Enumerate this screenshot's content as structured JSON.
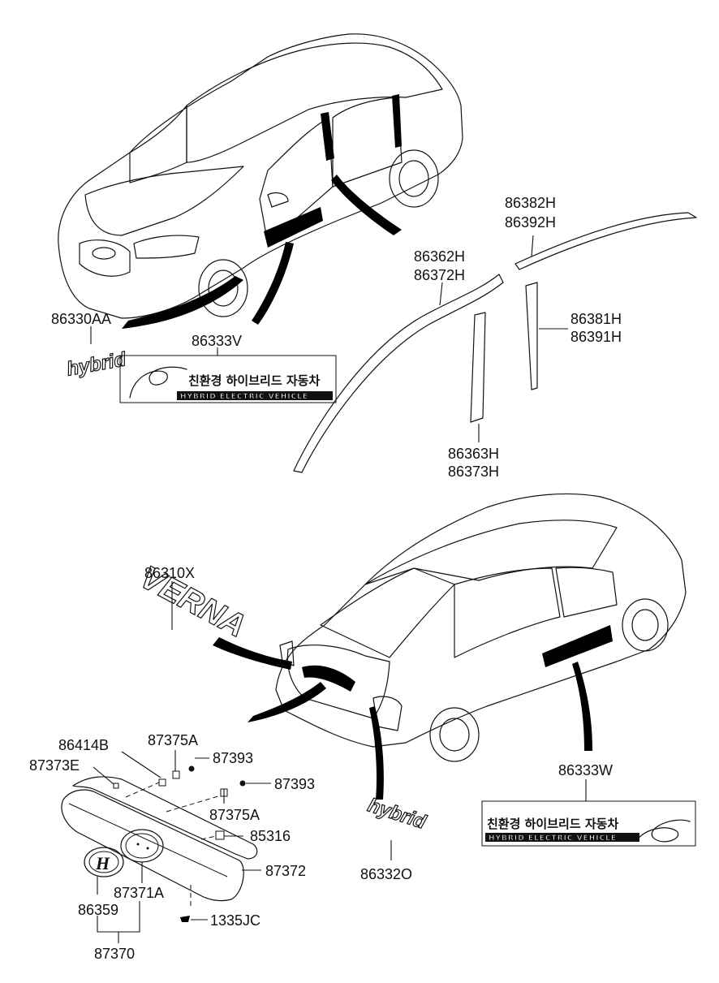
{
  "parts": {
    "hybrid_badge_front": "86330AA",
    "decal_front": "86333V",
    "molding_upper_a": "86382H",
    "molding_upper_b": "86392H",
    "molding_roof_a": "86362H",
    "molding_roof_b": "86372H",
    "pillar_rear_a": "86381H",
    "pillar_rear_b": "86391H",
    "pillar_front_a": "86363H",
    "pillar_front_b": "86373H",
    "emblem_verna": "86310X",
    "clip_a": "86414B",
    "garnish_e": "87373E",
    "retainer_1": "87375A",
    "nut_1": "87393",
    "nut_2": "87393",
    "retainer_2": "87375A",
    "fastener": "85316",
    "garnish": "87372",
    "emblem_hyundai": "86359",
    "cover": "87371A",
    "screw": "1335JC",
    "garnish_assy": "87370",
    "decal_rear": "86333W",
    "hybrid_badge_rear": "86332O"
  },
  "decal": {
    "korean_text": "친환경 하이브리드 자동차",
    "english_text": "HYBRID ELECTRIC VEHICLE"
  },
  "badges": {
    "hybrid_text": "hybrid",
    "verna_text": "VERNA"
  }
}
